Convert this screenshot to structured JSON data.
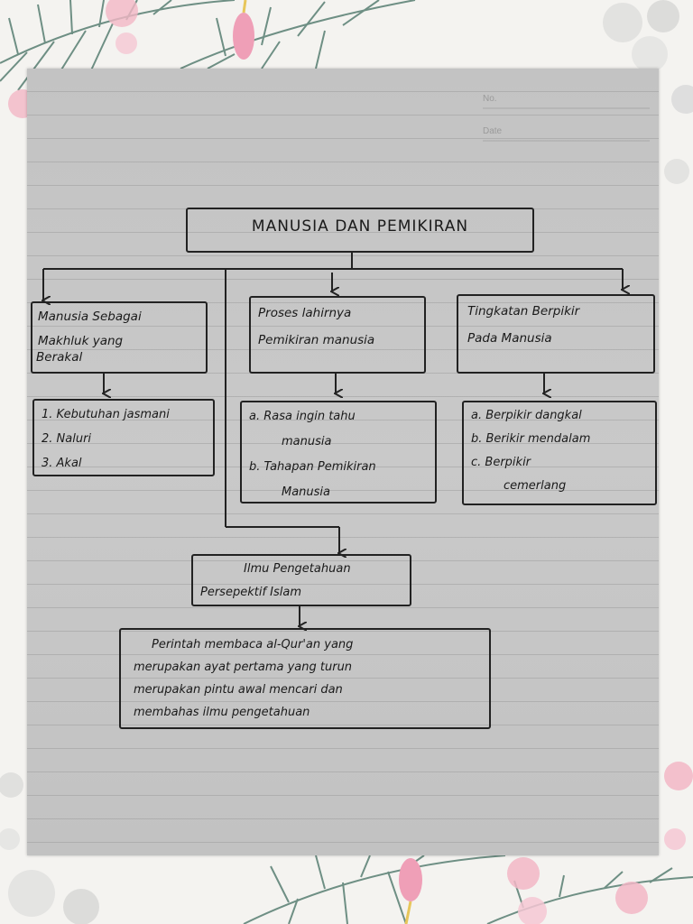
{
  "header": {
    "no_label": "No.",
    "date_label": "Date"
  },
  "diagram": {
    "title": "MANUSIA DAN PEMIKIRAN",
    "branch_1": {
      "lines": [
        "Manusia Sebagai",
        "Makhluk yang",
        "Berakal"
      ],
      "items": [
        "1. Kebutuhan jasmani",
        "2. Naluri",
        "3. Akal"
      ]
    },
    "branch_2": {
      "lines": [
        "Proses lahirnya",
        "Pemikiran manusia"
      ],
      "items": [
        "a. Rasa ingin tahu",
        "manusia",
        "b. Tahapan Pemikiran",
        "Manusia"
      ]
    },
    "branch_3": {
      "lines": [
        "Tingkatan Berpikir",
        "Pada Manusia"
      ],
      "items": [
        "a. Berpikir dangkal",
        "b. Berikir mendalam",
        "c. Berpikir",
        "cemerlang"
      ]
    },
    "merge": {
      "lines": [
        "Ilmu Pengetahuan",
        "Persepektif Islam"
      ]
    },
    "conclusion": {
      "lines": [
        "Perintah membaca al-Qur'an yang",
        "merupakan ayat pertama yang turun",
        "merupakan pintu awal mencari dan",
        "membahas ilmu pengetahuan"
      ]
    }
  }
}
